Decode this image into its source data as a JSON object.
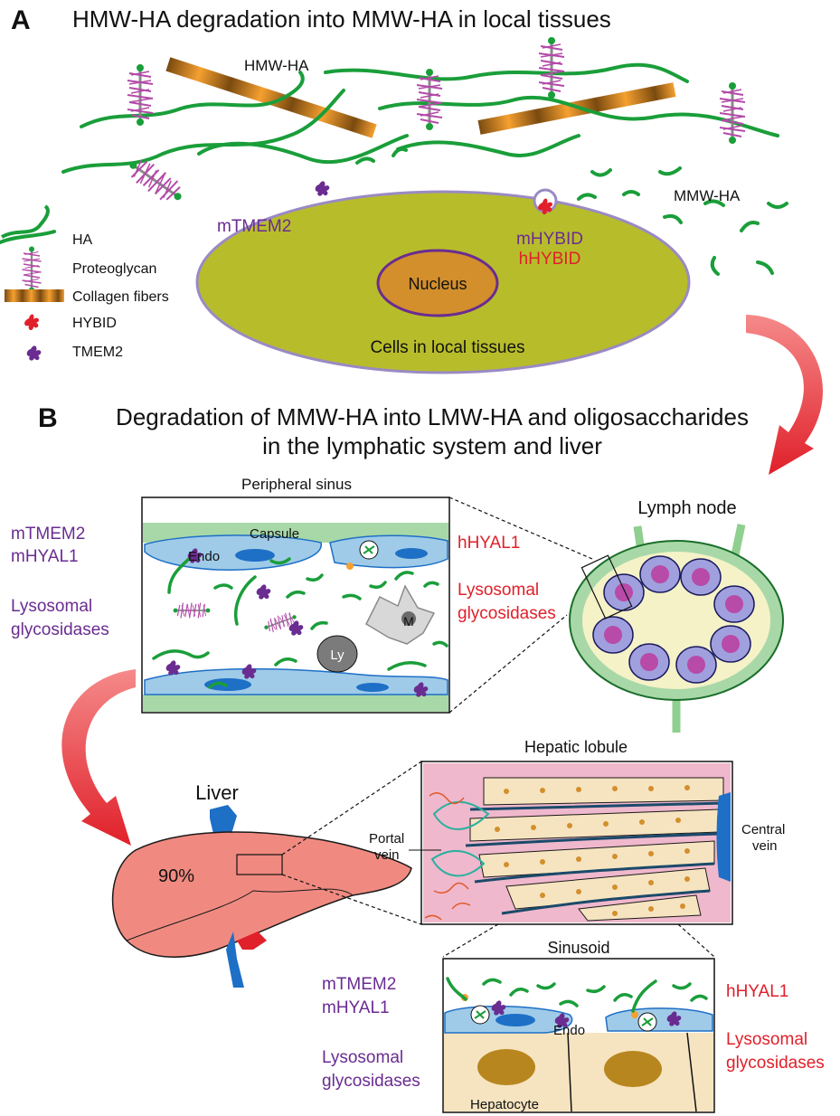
{
  "colors": {
    "ha": "#1a9e3a",
    "purple": "#6a2c91",
    "red": "#e0202a",
    "cell": "#b7bd2a",
    "nucleus": "#d38f2c",
    "endo": "#9fcbe8",
    "capsule": "#a8d8a8",
    "liver": "#f08a80",
    "lobule_pink": "#f0b8cc",
    "hepatocyte": "#f6e4c0",
    "collagen": "#e8891e",
    "vein_blue": "#1e6fc6"
  },
  "panel_a": {
    "letter": "A",
    "title": "HMW-HA degradation into MMW-HA in local tissues",
    "hmw_label": "HMW-HA",
    "mmw_label": "MMW-HA",
    "mtmem2_label": "mTMEM2",
    "mhybid_label": "mHYBID",
    "hhybid_label": "hHYBID",
    "nucleus_label": "Nucleus",
    "cell_label": "Cells in local tissues",
    "legend": [
      {
        "icon": "ha-icon",
        "label": "HA"
      },
      {
        "icon": "proteoglycan-icon",
        "label": "Proteoglycan"
      },
      {
        "icon": "collagen-icon",
        "label": "Collagen fibers"
      },
      {
        "icon": "hybid-icon",
        "label": "HYBID"
      },
      {
        "icon": "tmem2-icon",
        "label": "TMEM2"
      }
    ]
  },
  "panel_b": {
    "letter": "B",
    "title_line1": "Degradation of MMW-HA into LMW-HA and oligosaccharides",
    "title_line2": "in the lymphatic system and liver",
    "peripheral_sinus": "Peripheral sinus",
    "capsule": "Capsule",
    "endo": "Endo",
    "ly": "Ly",
    "m": "M",
    "lymph_node": "Lymph node",
    "left_mouse": {
      "line1": "mTMEM2",
      "line2": "mHYAL1",
      "line3": "Lysosomal",
      "line4": "glycosidases"
    },
    "right_human": {
      "line1": "hHYAL1",
      "line2": "Lysosomal",
      "line3": "glycosidases"
    },
    "liver": "Liver",
    "liver_pct": "90%",
    "hepatic_lobule": "Hepatic lobule",
    "portal_vein_1": "Portal",
    "portal_vein_2": "vein",
    "central_vein_1": "Central",
    "central_vein_2": "vein",
    "sinusoid": "Sinusoid",
    "sinusoid_endo": "Endo",
    "hepatocyte": "Hepatocyte",
    "bottom_mouse": {
      "line1": "mTMEM2",
      "line2": "mHYAL1",
      "line3": "Lysosomal",
      "line4": "glycosidases"
    },
    "bottom_human": {
      "line1": "hHYAL1",
      "line2": "Lysosomal",
      "line3": "glycosidases"
    }
  }
}
